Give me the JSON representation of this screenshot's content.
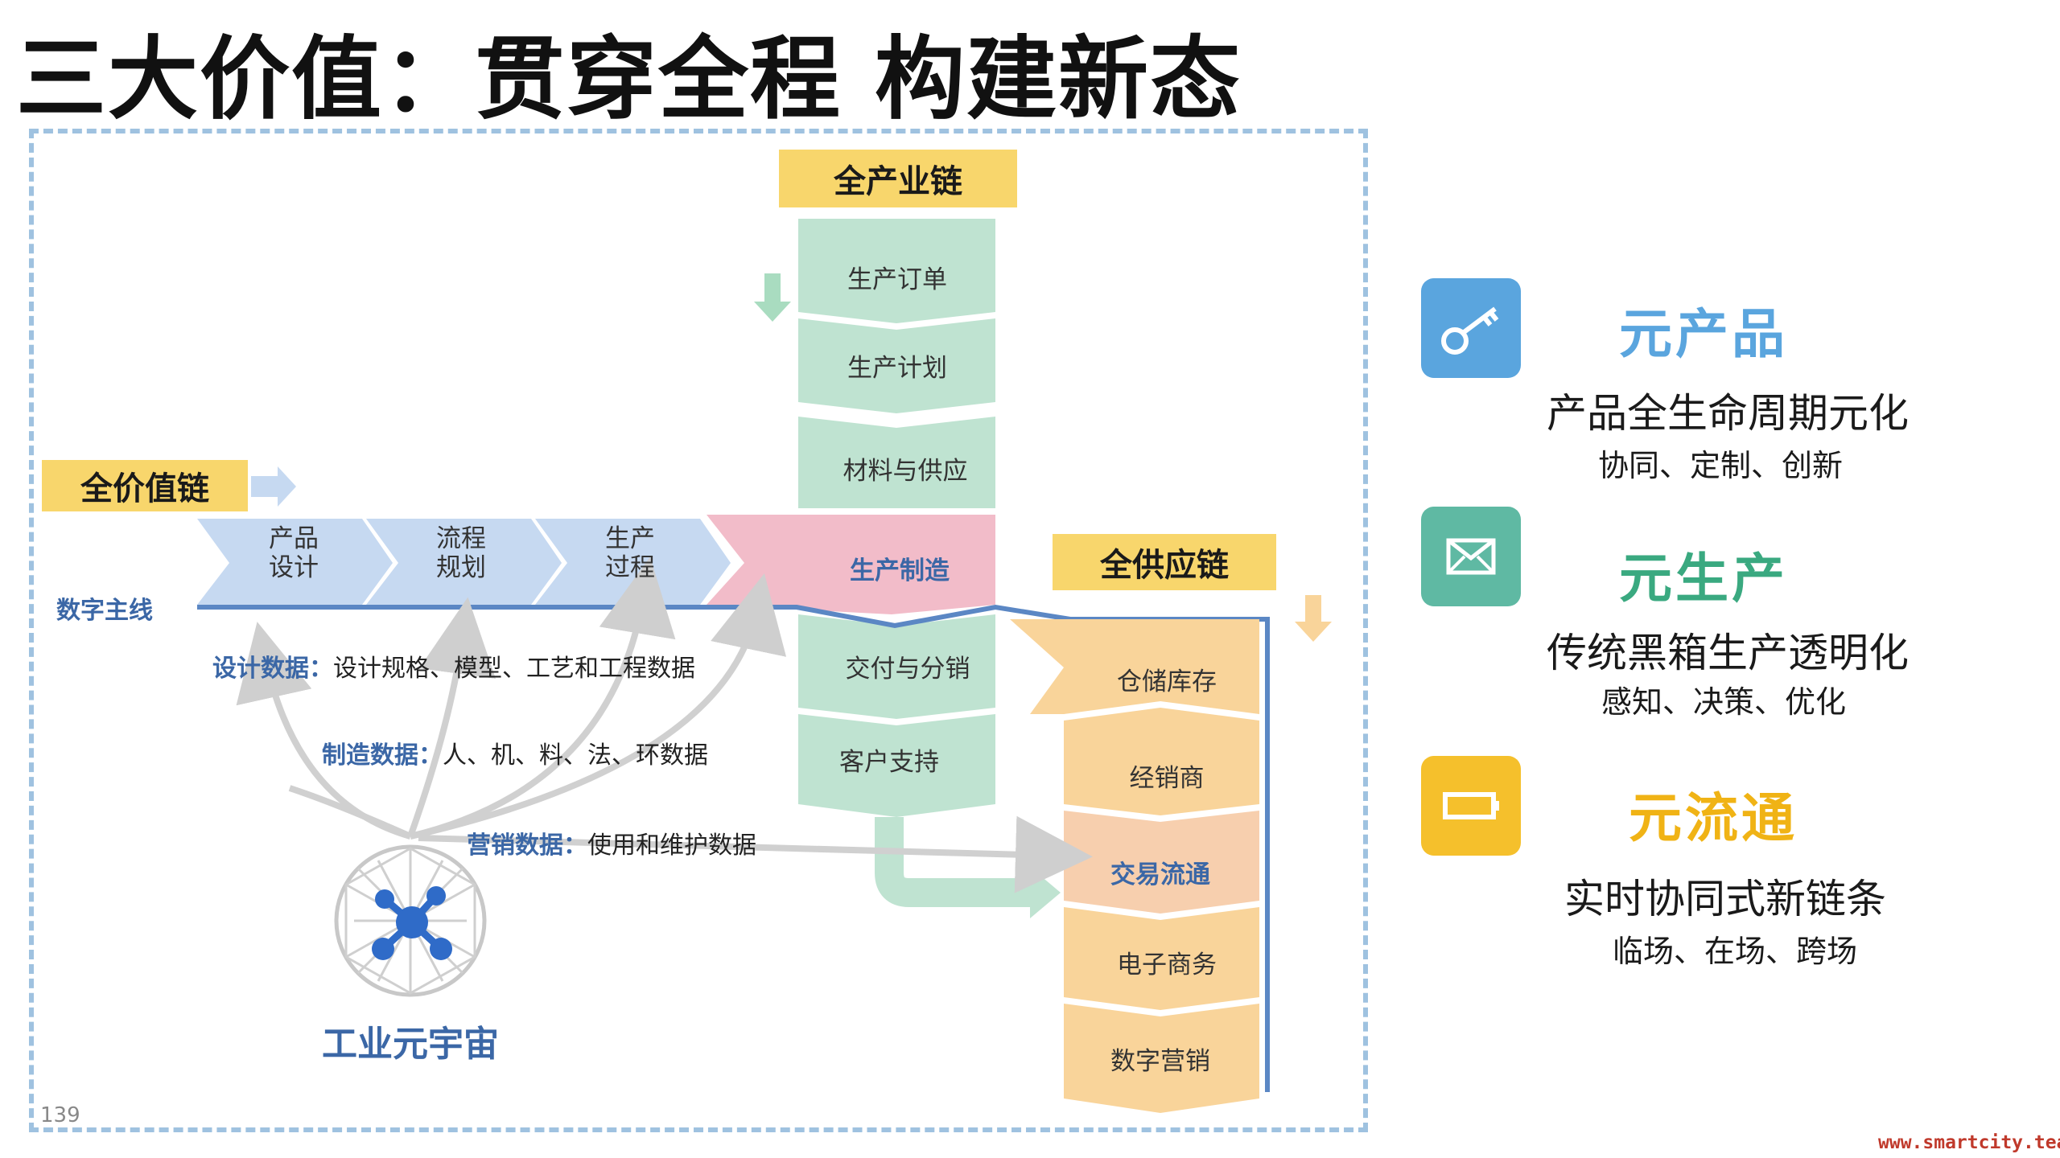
{
  "title": "三大价值：贯穿全程 构建新态",
  "colors": {
    "yellow_header": "#f8d66c",
    "green_chain": "#bfe3d1",
    "blue_chain": "#c6d9f1",
    "pink_chain": "#f2bcc9",
    "orange_chain": "#f9d49a",
    "blue_text": "#3b67a6",
    "tile_blue": "#5aa5de",
    "tile_green": "#5fb9a3",
    "tile_yellow": "#f5c02c"
  },
  "headers": {
    "industry_chain": "全产业链",
    "value_chain": "全价值链",
    "supply_chain": "全供应链"
  },
  "value_chain_stages": [
    "产品\n设计",
    "流程\n规划",
    "生产\n过程"
  ],
  "digital_thread": "数字主线",
  "industry_stages": [
    "生产订单",
    "生产计划",
    "材料与供应",
    "生产制造",
    "交付与分销",
    "客户支持"
  ],
  "supply_stages": [
    "仓储库存",
    "经销商",
    "交易流通",
    "电子商务",
    "数字营销"
  ],
  "data_items": [
    {
      "key": "设计数据：",
      "value": "设计规格、模型、工艺和工程数据"
    },
    {
      "key": "制造数据：",
      "value": "人、机、料、法、环数据"
    },
    {
      "key": "营销数据：",
      "value": "使用和维护数据"
    }
  ],
  "metaverse_label": "工业元宇宙",
  "values": [
    {
      "icon": "key-icon",
      "title": "元产品",
      "subtitle": "产品全生命周期元化",
      "detail": "协同、定制、创新"
    },
    {
      "icon": "mail-icon",
      "title": "元生产",
      "subtitle": "传统黑箱生产透明化",
      "detail": "感知、决策、优化"
    },
    {
      "icon": "battery-icon",
      "title": "元流通",
      "subtitle": "实时协同式新链条",
      "detail": "临场、在场、跨场"
    }
  ],
  "page_number": "139",
  "watermark": "www.smartcity.team"
}
